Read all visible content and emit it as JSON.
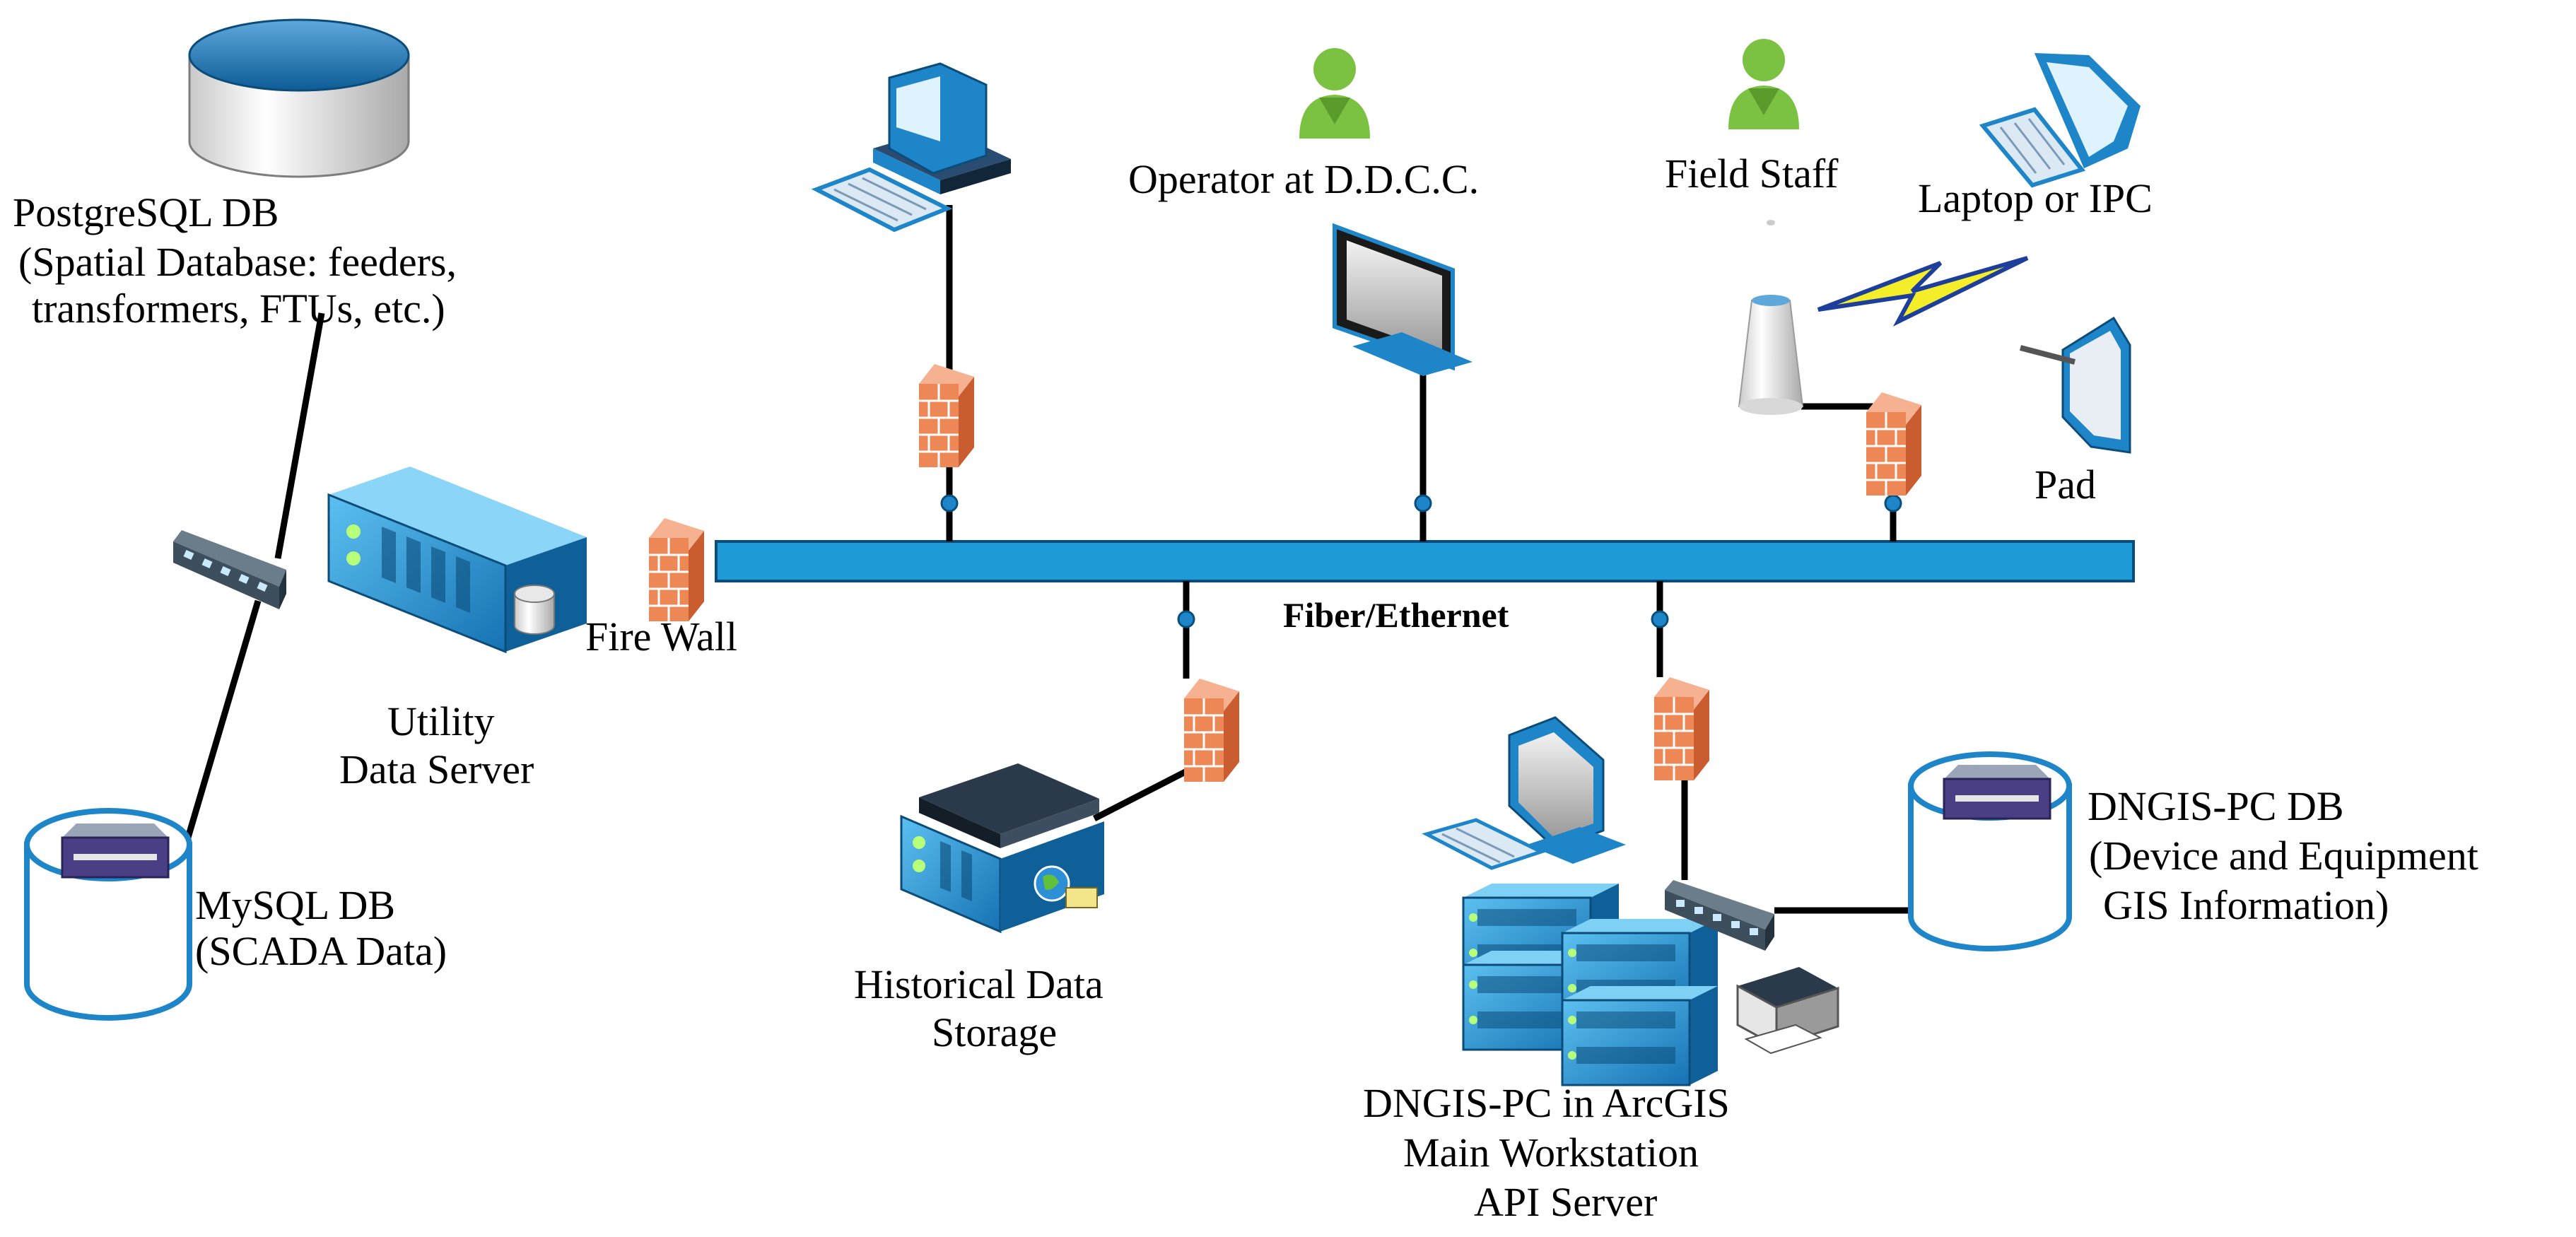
{
  "bus": {
    "label": "Fiber/Ethernet"
  },
  "nodes": {
    "postgres": {
      "line1": "PostgreSQL DB",
      "line2": "(Spatial Database: feeders,",
      "line3": "transformers, FTUs, etc.)"
    },
    "mysql": {
      "line1": "MySQL DB",
      "line2": "(SCADA Data)"
    },
    "utility_server": {
      "line1": "Utility",
      "line2": "Data Server"
    },
    "firewall_main": {
      "label": "Fire Wall"
    },
    "operator": {
      "label": "Operator at D.D.C.C."
    },
    "field_staff": {
      "label": "Field Staff"
    },
    "laptop": {
      "label": "Laptop or IPC"
    },
    "pad": {
      "label": "Pad"
    },
    "historical": {
      "line1": "Historical Data",
      "line2": "Storage"
    },
    "dngis_pc": {
      "line1": "DNGIS-PC in ArcGIS",
      "line2": "Main Workstation",
      "line3": "API Server"
    },
    "dngis_db": {
      "line1": "DNGIS-PC DB",
      "line2": "(Device and Equipment",
      "line3": "GIS Information)"
    }
  },
  "colors": {
    "bus": "#1e9ad6",
    "device_blue": "#1e86c8",
    "firewall": "#f08a5c",
    "person": "#7cc242",
    "lightning": "#f4ee2a"
  },
  "icons": [
    "database-icon",
    "server-icon",
    "switch-icon",
    "firewall-icon",
    "desktop-computer-icon",
    "person-icon",
    "monitor-icon",
    "laptop-icon",
    "wireless-tower-icon",
    "lightning-icon",
    "tablet-icon",
    "printer-icon",
    "storage-icon"
  ]
}
